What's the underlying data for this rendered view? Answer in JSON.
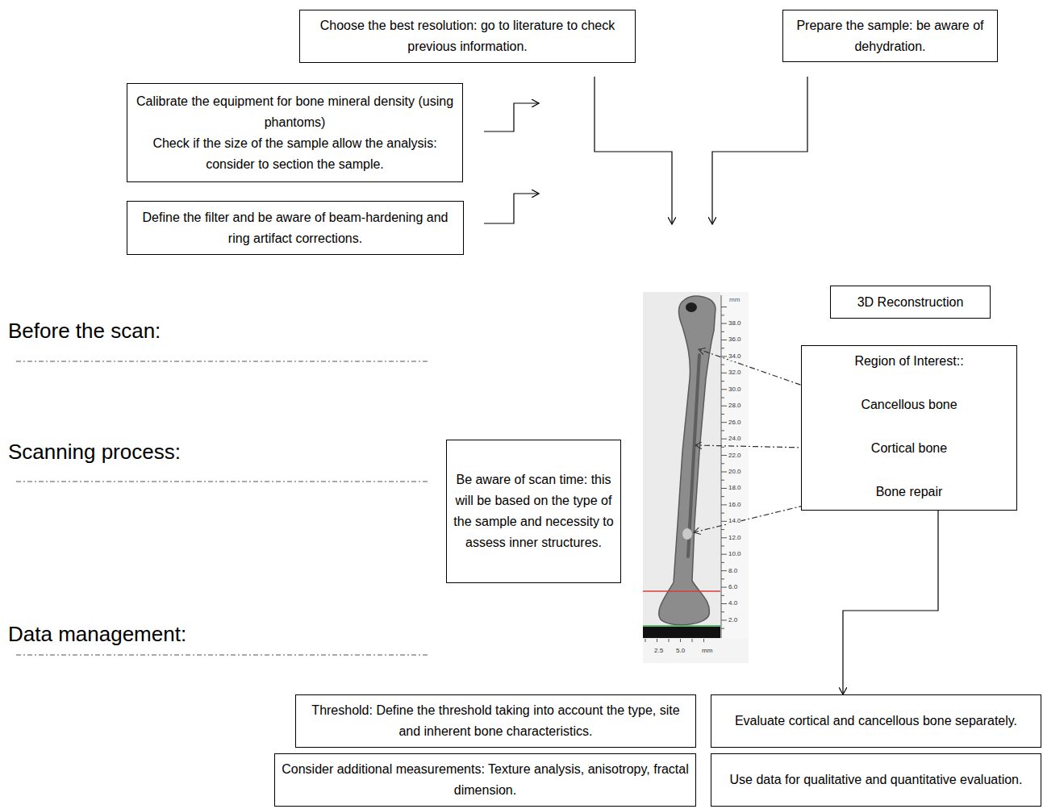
{
  "diagram": {
    "nodes": [
      {
        "text": [
          "Choose the best resolution: go to literature to check previous information."
        ]
      },
      {
        "text": [
          "Prepare the sample: be aware of dehydration."
        ]
      },
      {
        "text": [
          "Calibrate the equipment for bone mineral density (using phantoms)",
          "Check if the size of the sample allow the analysis: consider to section the sample."
        ]
      },
      {
        "text": [
          "Define the filter and be aware of beam-hardening and ring artifact corrections."
        ]
      },
      {
        "text": [
          "Be aware of scan time: this will be based on the type of the sample and necessity to assess inner structures."
        ]
      },
      {
        "text": [
          "3D Reconstruction"
        ]
      },
      {
        "text": [
          "Region of Interest::",
          "Cancellous bone",
          "Cortical bone",
          "Bone repair"
        ]
      },
      {
        "text": [
          "Threshold: Define the threshold taking into account the type, site and inherent bone characteristics."
        ]
      },
      {
        "text": [
          "Evaluate cortical and cancellous bone separately."
        ]
      },
      {
        "text": [
          "Consider additional measurements: Texture analysis, anisotropy, fractal dimension."
        ]
      },
      {
        "text": [
          "Use data for qualitative and quantitative evaluation."
        ]
      }
    ],
    "edges": [
      {
        "from": 6,
        "to": 8,
        "arrow": "to"
      }
    ],
    "labels": [
      "Before the scan:",
      "Scanning process:",
      "Data management:",
      "mm",
      "38.0",
      "36.0",
      "34.0",
      "32.0",
      "30.0",
      "28.0",
      "26.0",
      "24.0",
      "22.0",
      "20.0",
      "18.0",
      "16.0",
      "14.0",
      "12.0",
      "10.0",
      "8.0",
      "6.0",
      "4.0",
      "2.0",
      "2.5",
      "5.0",
      "mm"
    ]
  }
}
